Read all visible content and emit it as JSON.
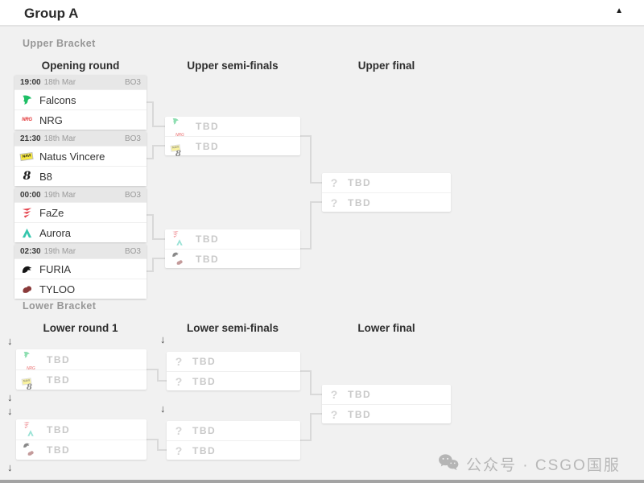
{
  "colors": {
    "page_bg": "#f1f1f1",
    "header_bg": "#ffffff",
    "card_bg": "#ffffff",
    "card_header_bg": "#e7e7e7",
    "connector": "#d9d9d9",
    "text_dark": "#2b2b2b",
    "tbd_gray": "#c9c9c9",
    "falcons_green": "#1fbf66",
    "nrg_red": "#e23435",
    "navi_yellow": "#f7e841",
    "b8_black": "#1c1c1c",
    "faze_red": "#e4434d",
    "aurora_teal": "#35c6ad",
    "furia_black": "#141414",
    "tyloo_maroon": "#8a3a3a",
    "watermark_gray": "#b8b8b8"
  },
  "icons": {
    "chevron_up": "▲",
    "down_arrow": "↓",
    "question": "?"
  },
  "icon_text": {
    "nrg": "NRG",
    "navi": "NAVI",
    "b8": "8"
  },
  "header": {
    "title": "Group A"
  },
  "upper_bracket": {
    "label": "Upper Bracket",
    "columns": [
      "Opening round",
      "Upper semi-finals",
      "Upper final"
    ],
    "opening_round": [
      {
        "time": "19:00",
        "date": "18th Mar",
        "format": "BO3",
        "teams": [
          {
            "name": "Falcons",
            "icon": "falcons-logo"
          },
          {
            "name": "NRG",
            "icon": "nrg-logo"
          }
        ]
      },
      {
        "time": "21:30",
        "date": "18th Mar",
        "format": "BO3",
        "teams": [
          {
            "name": "Natus Vincere",
            "icon": "navi-logo"
          },
          {
            "name": "B8",
            "icon": "b8-logo"
          }
        ]
      },
      {
        "time": "00:00",
        "date": "19th Mar",
        "format": "BO3",
        "teams": [
          {
            "name": "FaZe",
            "icon": "faze-logo"
          },
          {
            "name": "Aurora",
            "icon": "aurora-logo"
          }
        ]
      },
      {
        "time": "02:30",
        "date": "19th Mar",
        "format": "BO3",
        "teams": [
          {
            "name": "FURIA",
            "icon": "furia-logo"
          },
          {
            "name": "TYLOO",
            "icon": "tyloo-logo"
          }
        ]
      }
    ],
    "semi_finals": [
      {
        "slots": [
          {
            "label": "TBD",
            "possible_teams": [
              "Falcons",
              "NRG"
            ]
          },
          {
            "label": "TBD",
            "possible_teams": [
              "Natus Vincere",
              "B8"
            ]
          }
        ]
      },
      {
        "slots": [
          {
            "label": "TBD",
            "possible_teams": [
              "FaZe",
              "Aurora"
            ]
          },
          {
            "label": "TBD",
            "possible_teams": [
              "FURIA",
              "TYLOO"
            ]
          }
        ]
      }
    ],
    "final": {
      "slots": [
        {
          "label": "TBD"
        },
        {
          "label": "TBD"
        }
      ]
    }
  },
  "lower_bracket": {
    "label": "Lower Bracket",
    "columns": [
      "Lower round 1",
      "Lower semi-finals",
      "Lower final"
    ],
    "round1": [
      {
        "slots": [
          {
            "label": "TBD",
            "possible_teams": [
              "Falcons",
              "NRG"
            ]
          },
          {
            "label": "TBD",
            "possible_teams": [
              "Natus Vincere",
              "B8"
            ]
          }
        ]
      },
      {
        "slots": [
          {
            "label": "TBD",
            "possible_teams": [
              "FaZe",
              "Aurora"
            ]
          },
          {
            "label": "TBD",
            "possible_teams": [
              "FURIA",
              "TYLOO"
            ]
          }
        ]
      }
    ],
    "semi_finals": [
      {
        "slots": [
          {
            "label": "TBD"
          },
          {
            "label": "TBD"
          }
        ]
      },
      {
        "slots": [
          {
            "label": "TBD"
          },
          {
            "label": "TBD"
          }
        ]
      }
    ],
    "final": {
      "slots": [
        {
          "label": "TBD"
        },
        {
          "label": "TBD"
        }
      ]
    }
  },
  "watermark": {
    "text": "公众号 · CSGO国服"
  }
}
